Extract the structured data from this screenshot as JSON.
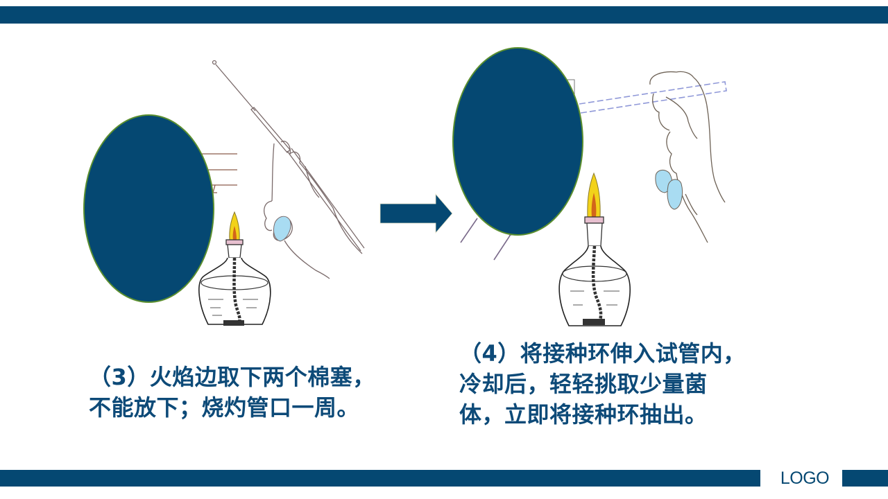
{
  "slide": {
    "theme_color": "#054872",
    "accent_border_color": "#5b8f2f",
    "logo": "LOGO"
  },
  "steps": [
    {
      "id": 3,
      "caption_lines": [
        "（3）火焰边取下两个棉塞，",
        "不能放下；烧灼管口一周。"
      ],
      "illustration": "hand-holding-inoculation-loop-over-alcohol-lamp"
    },
    {
      "id": 4,
      "caption_lines": [
        "（4）将接种环伸入试管内，",
        "冷却后，轻轻挑取少量菌",
        "体，立即将接种环抽出。"
      ],
      "illustration": "inoculation-loop-inserted-into-test-tube-over-alcohol-lamp"
    }
  ],
  "icons": {
    "arrow": "right-arrow-icon",
    "lamp": "alcohol-lamp-icon"
  }
}
